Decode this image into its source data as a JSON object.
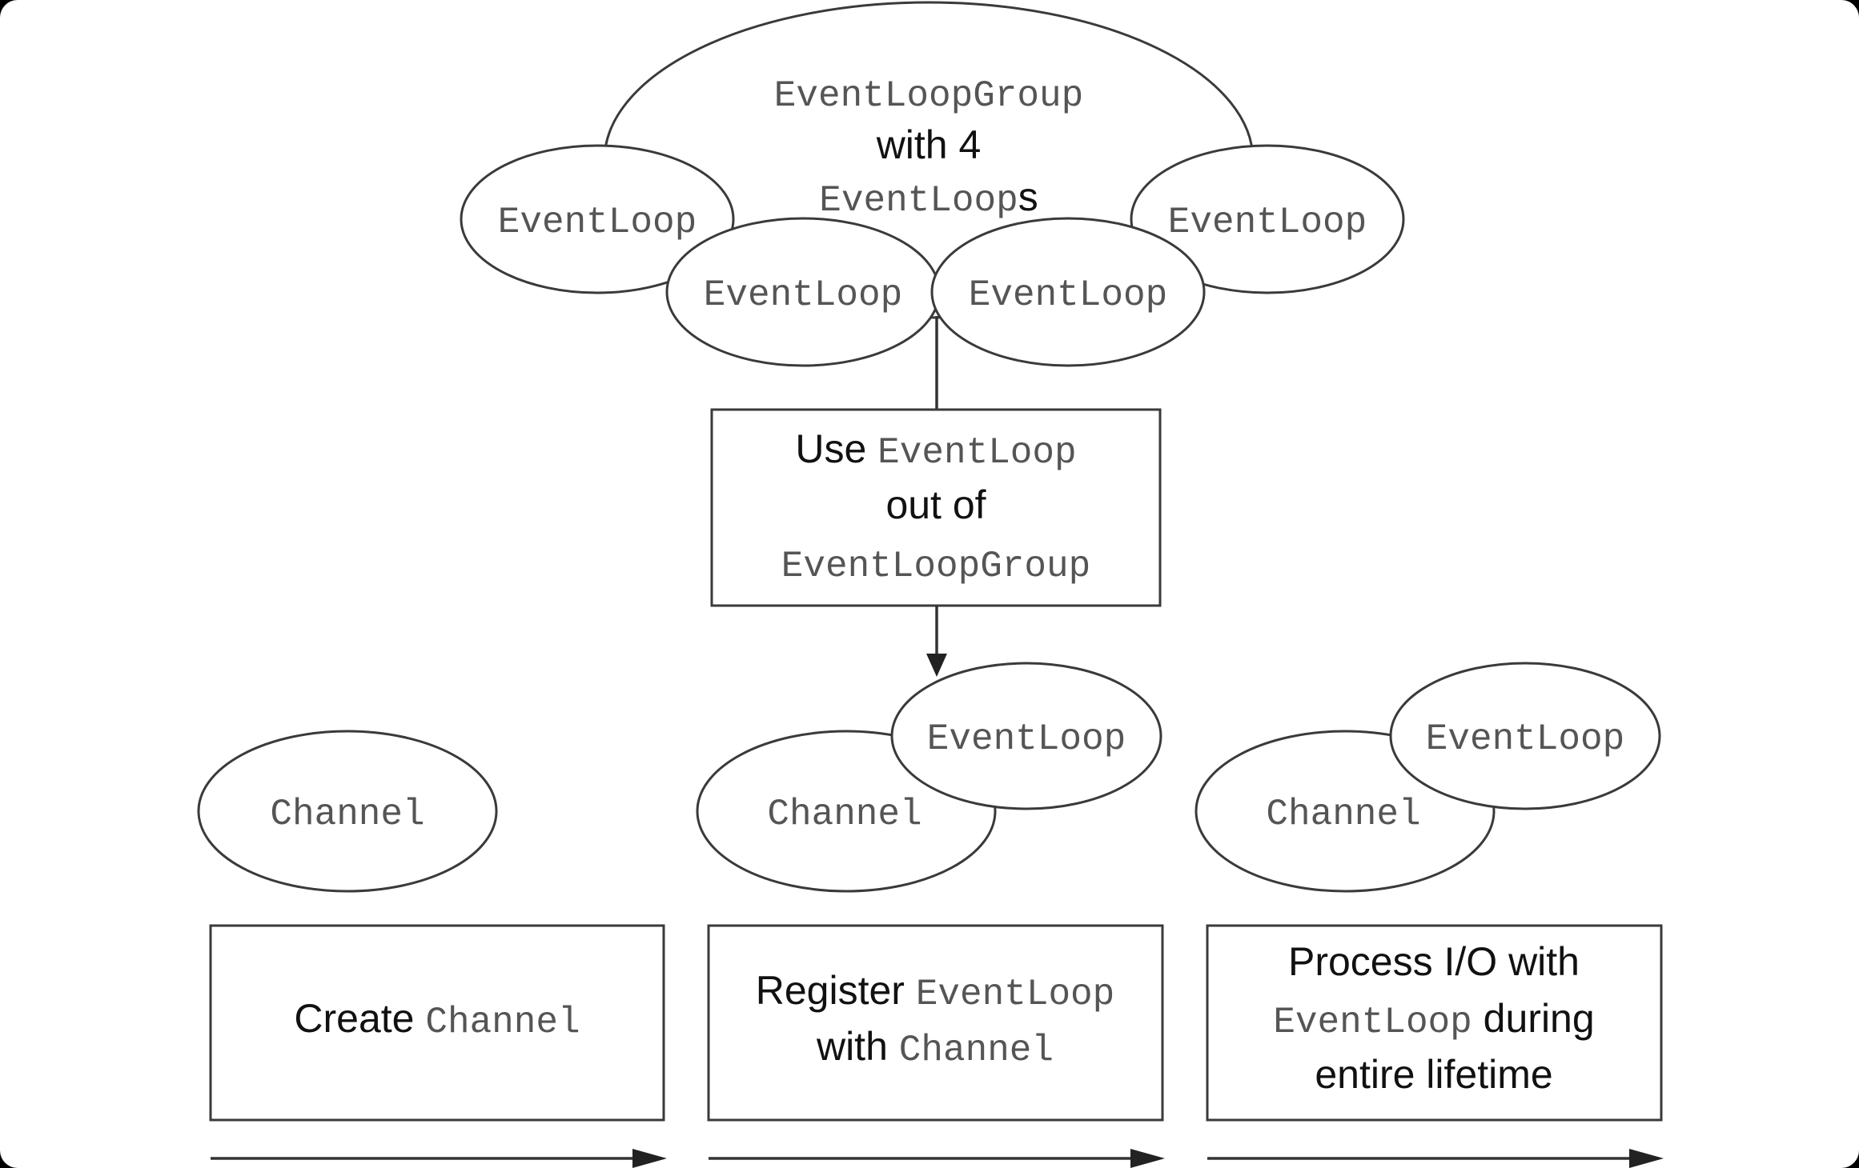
{
  "group": {
    "line1": "EventLoopGroup",
    "line2": "with 4",
    "line3_code": "EventLoop",
    "line3_suffix": "s"
  },
  "group_loops": [
    "EventLoop",
    "EventLoop",
    "EventLoop",
    "EventLoop"
  ],
  "use_box": {
    "line1_text": "Use ",
    "line1_code": "EventLoop",
    "line2": "out of",
    "line3_code": "EventLoopGroup"
  },
  "stages": [
    {
      "channel_label": "Channel",
      "box_text": "Create ",
      "box_code": "Channel"
    },
    {
      "channel_label": "Channel",
      "eventloop_label": "EventLoop",
      "box_line1_text": "Register ",
      "box_line1_code": "EventLoop",
      "box_line2_text": "with ",
      "box_line2_code": "Channel"
    },
    {
      "channel_label": "Channel",
      "eventloop_label": "EventLoop",
      "box_line1": "Process I/O with",
      "box_line2_code": "EventLoop",
      "box_line2_text": " during",
      "box_line3": "entire lifetime"
    }
  ]
}
